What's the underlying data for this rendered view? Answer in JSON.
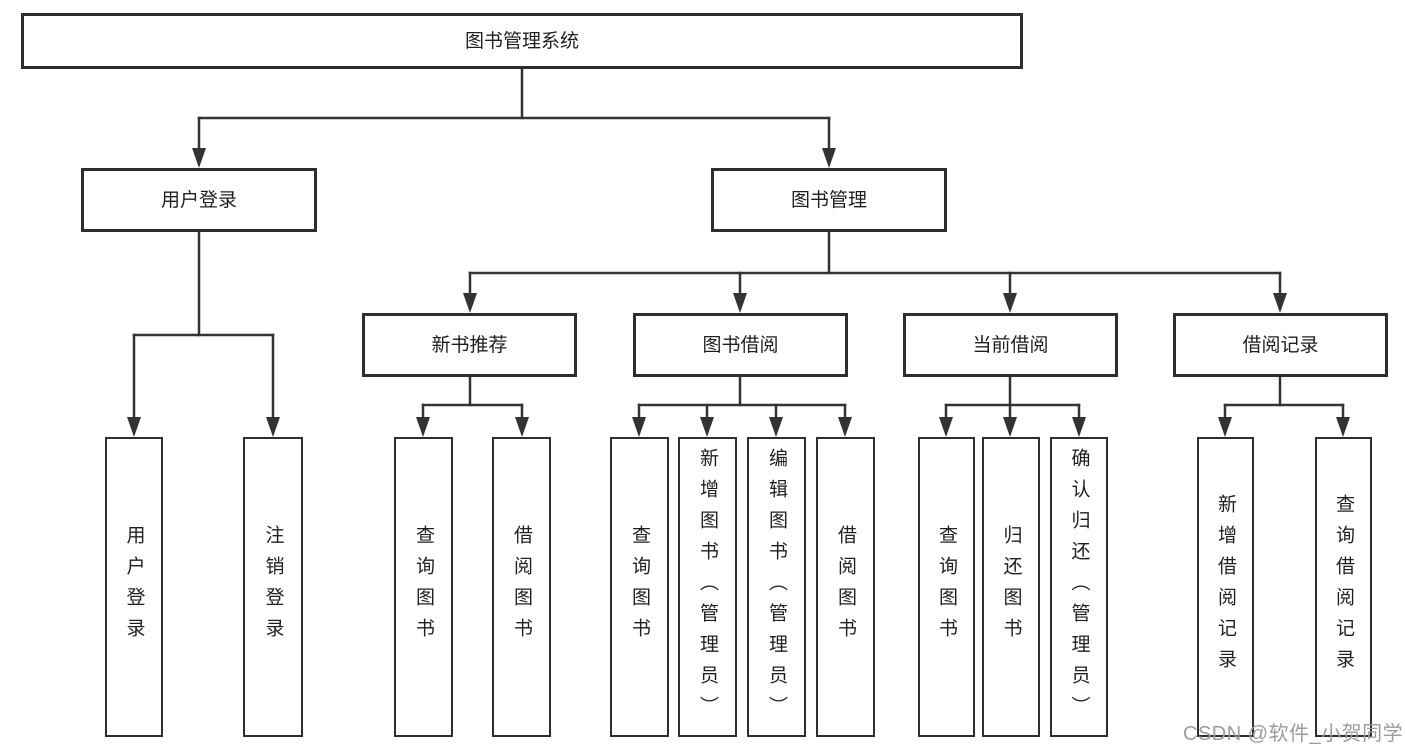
{
  "diagram": {
    "title_node": {
      "label": "图书管理系统"
    },
    "level1": [
      {
        "label": "用户登录"
      },
      {
        "label": "图书管理"
      }
    ],
    "level2": [
      {
        "label": "新书推荐",
        "parent": "图书管理"
      },
      {
        "label": "图书借阅",
        "parent": "图书管理"
      },
      {
        "label": "当前借阅",
        "parent": "图书管理"
      },
      {
        "label": "借阅记录",
        "parent": "图书管理"
      }
    ],
    "leaves": [
      {
        "label": "用户登录",
        "parent": "用户登录"
      },
      {
        "label": "注销登录",
        "parent": "用户登录"
      },
      {
        "label": "查询图书",
        "parent": "新书推荐"
      },
      {
        "label": "借阅图书",
        "parent": "新书推荐"
      },
      {
        "label": "查询图书",
        "parent": "图书借阅"
      },
      {
        "label": "新增图书（管理员）",
        "parent": "图书借阅"
      },
      {
        "label": "编辑图书（管理员）",
        "parent": "图书借阅"
      },
      {
        "label": "借阅图书",
        "parent": "图书借阅"
      },
      {
        "label": "查询图书",
        "parent": "当前借阅"
      },
      {
        "label": "归还图书",
        "parent": "当前借阅"
      },
      {
        "label": "确认归还（管理员）",
        "parent": "当前借阅"
      },
      {
        "label": "新增借阅记录",
        "parent": "借阅记录"
      },
      {
        "label": "查询借阅记录",
        "parent": "借阅记录"
      }
    ],
    "watermark": "CSDN @软件_小贺同学",
    "colors": {
      "line": "#333333",
      "border": "#2e2e2e",
      "text": "#1f1f1f",
      "watermark_text": "#9c9c9c",
      "background": "#ffffff"
    }
  }
}
